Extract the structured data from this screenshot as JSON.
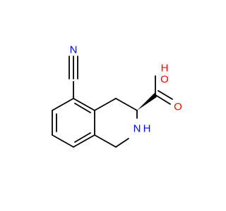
{
  "structure": {
    "atom_labels": {
      "nitrile_n": "N",
      "hydroxyl": "O",
      "hydroxyl_h": "H",
      "carbonyl_o": "O",
      "amine_n": "N",
      "amine_h": "H"
    },
    "colors": {
      "bond": "#000000",
      "nitrogen": "#0000ff",
      "oxygen": "#ff0000"
    }
  }
}
